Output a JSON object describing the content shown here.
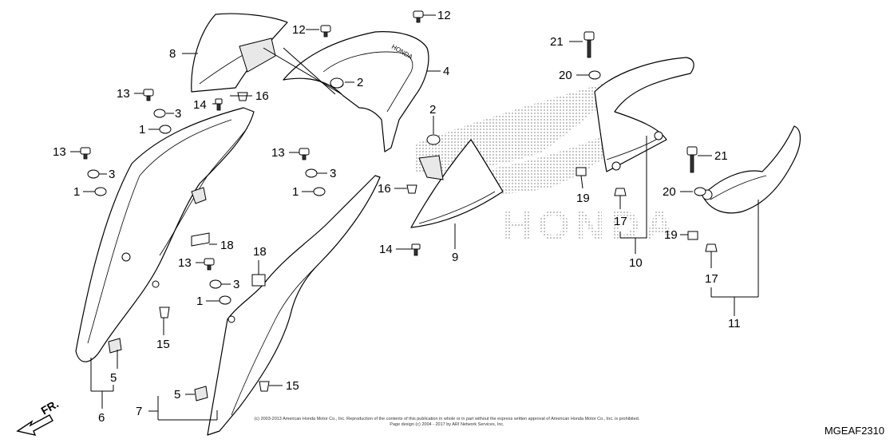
{
  "diagram": {
    "code": "MGEAF2310",
    "direction_label": "FR.",
    "watermark_text": "HONDA",
    "copyright_line1": "(c) 2003-2013 American Honda Motor Co., Inc. Reproduction of the contents of this publication in whole or in part without the express written approval of American Honda Motor Co., Inc. is prohibited.",
    "copyright_line2": "Page design (c) 2004 - 2017 by ARI Network Services, Inc.",
    "callouts": {
      "c1a": "1",
      "c1b": "1",
      "c1c": "1",
      "c1d": "1",
      "c2a": "2",
      "c2b": "2",
      "c3a": "3",
      "c3b": "3",
      "c3c": "3",
      "c3d": "3",
      "c4": "4",
      "c5a": "5",
      "c5b": "5",
      "c6": "6",
      "c7": "7",
      "c8": "8",
      "c9": "9",
      "c10": "10",
      "c11": "11",
      "c12a": "12",
      "c12b": "12",
      "c13a": "13",
      "c13b": "13",
      "c13c": "13",
      "c13d": "13",
      "c14a": "14",
      "c14b": "14",
      "c15a": "15",
      "c15b": "15",
      "c16a": "16",
      "c16b": "16",
      "c17a": "17",
      "c17b": "17",
      "c18a": "18",
      "c18b": "18",
      "c19a": "19",
      "c19b": "19",
      "c20a": "20",
      "c20b": "20",
      "c21a": "21",
      "c21b": "21"
    }
  }
}
